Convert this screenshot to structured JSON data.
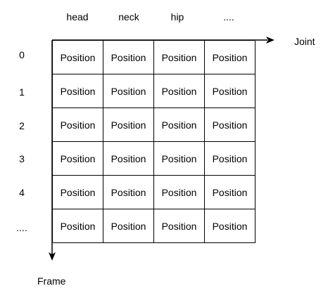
{
  "columns": [
    "head",
    "neck",
    "hip",
    "...."
  ],
  "rows": [
    "0",
    "1",
    "2",
    "3",
    "4",
    "...."
  ],
  "cell_text": "Position",
  "x_axis_label": "Joint",
  "y_axis_label": "Frame"
}
